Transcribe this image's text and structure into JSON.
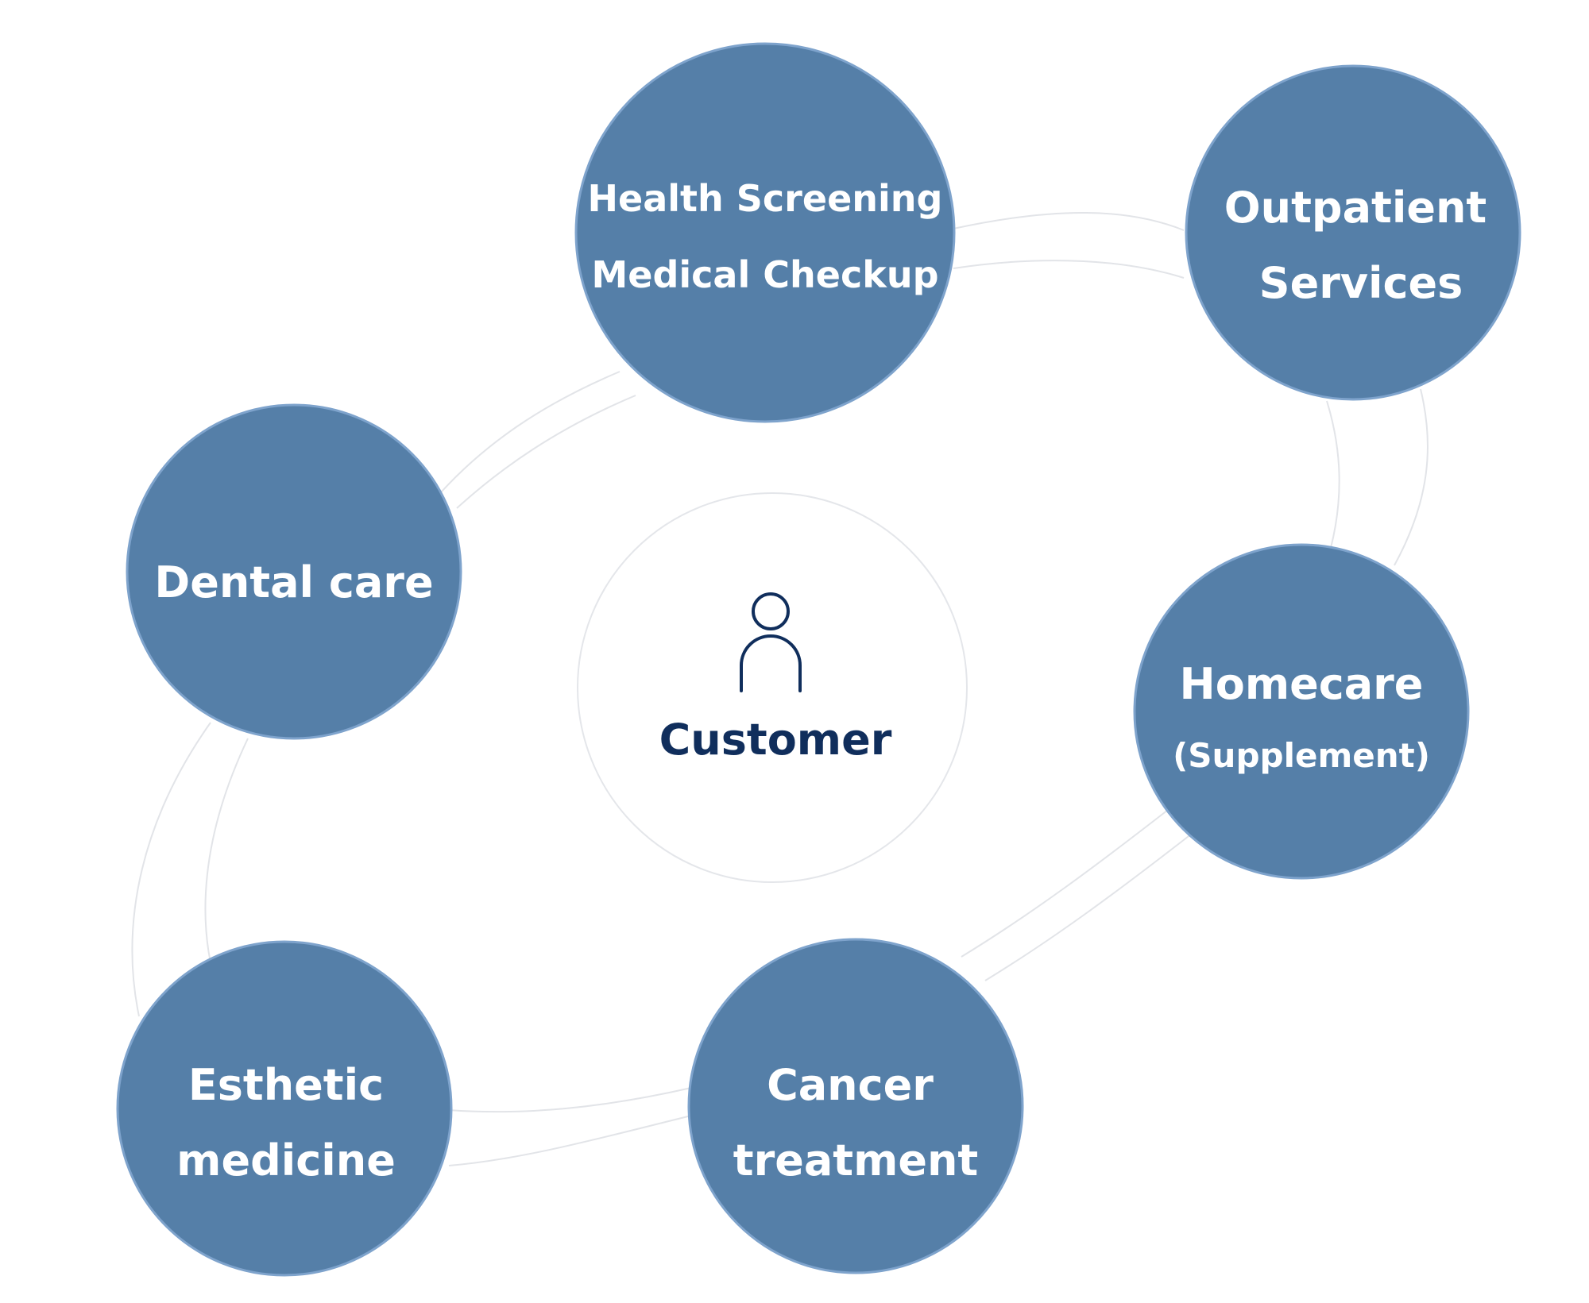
{
  "colors": {
    "node_fill": "#557fa8",
    "node_text": "#ffffff",
    "center_text": "#102e5c",
    "center_icon": "#102e5c"
  },
  "center": {
    "label": "Customer",
    "icon": "person-icon"
  },
  "services": [
    {
      "id": "health-screening",
      "lines": [
        "Health Screening",
        "Medical Checkup"
      ]
    },
    {
      "id": "outpatient",
      "lines": [
        "Outpatient",
        "Services"
      ]
    },
    {
      "id": "homecare",
      "lines": [
        "Homecare",
        "(Supplement)"
      ]
    },
    {
      "id": "cancer",
      "lines": [
        "Cancer",
        "treatment"
      ]
    },
    {
      "id": "esthetic",
      "lines": [
        "Esthetic",
        "medicine"
      ]
    },
    {
      "id": "dental",
      "lines": [
        "Dental care"
      ]
    }
  ]
}
